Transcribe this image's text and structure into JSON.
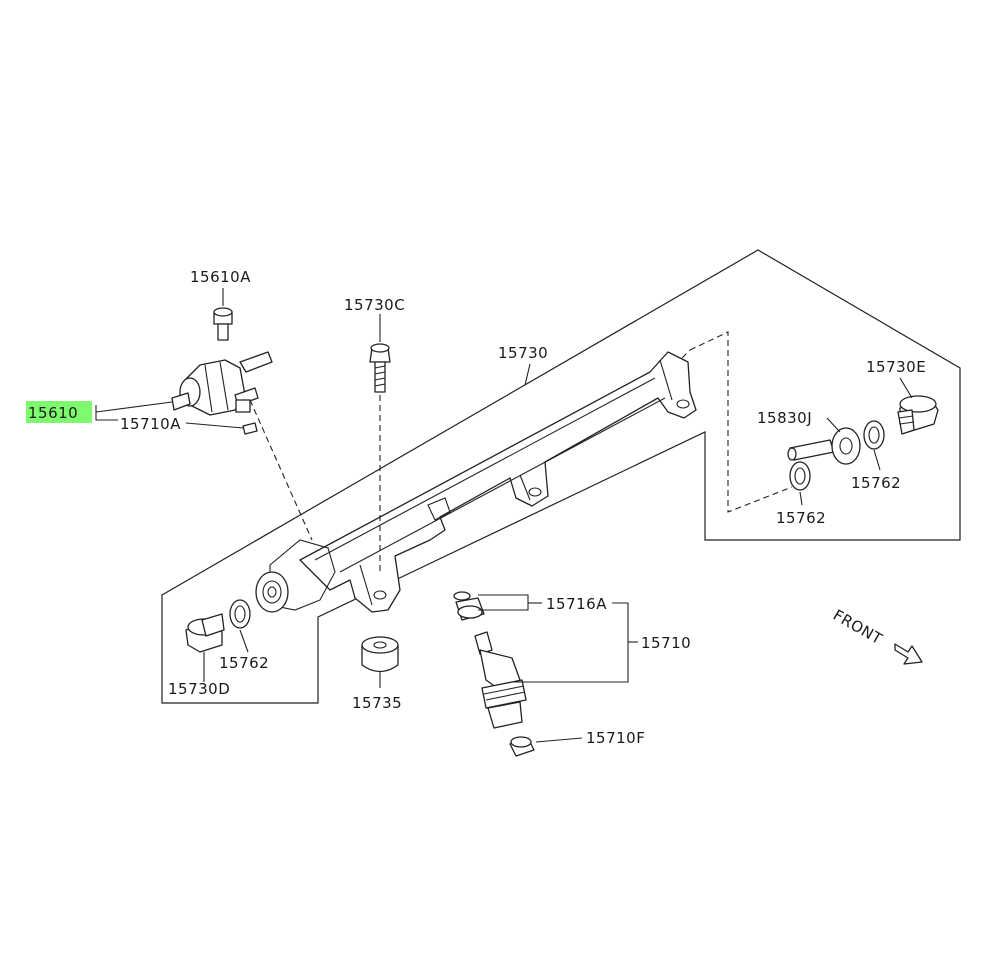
{
  "labels": {
    "p15610A": "15610A",
    "p15730C": "15730C",
    "p15730": "15730",
    "p15730E": "15730E",
    "p15610": "15610",
    "p15710A": "15710A",
    "p15830J": "15830J",
    "p15762_right": "15762",
    "p15762_mid": "15762",
    "p15716A": "15716A",
    "p15710": "15710",
    "p15762_left": "15762",
    "p15730D": "15730D",
    "p15735": "15735",
    "p15710F": "15710F",
    "front": "FRONT"
  },
  "colors": {
    "highlight": "#7dfa6e",
    "line": "#222222"
  },
  "highlighted_part": "15610"
}
